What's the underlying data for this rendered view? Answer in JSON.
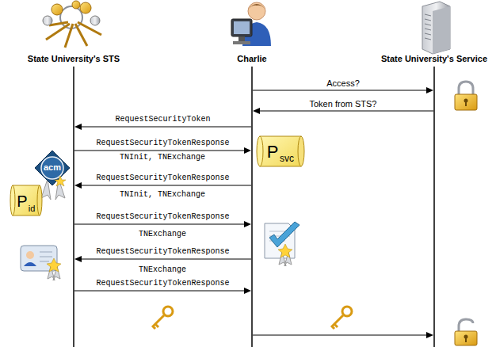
{
  "diagram": {
    "nodes": [
      {
        "text": [
          "State University's STS"
        ]
      },
      {
        "text": [
          "Charlie"
        ]
      },
      {
        "text": [
          "State University's Service"
        ]
      }
    ],
    "edges": [
      {
        "from": 1,
        "to": 2,
        "label": "Access?",
        "arrow": "to"
      },
      {
        "from": 2,
        "to": 1,
        "label": "Token from STS?",
        "arrow": "to"
      },
      {
        "from": 1,
        "to": 0,
        "label": "RequestSecurityToken",
        "arrow": "to"
      },
      {
        "from": 0,
        "to": 1,
        "label": "RequestSecurityTokenResponse",
        "arrow": "to"
      },
      {
        "from": 1,
        "to": 0,
        "label": "RequestSecurityTokenResponse",
        "arrow": "to"
      },
      {
        "from": 0,
        "to": 1,
        "label": "RequestSecurityTokenResponse",
        "arrow": "to"
      },
      {
        "from": 1,
        "to": 0,
        "label": "RequestSecurityTokenResponse",
        "arrow": "to"
      },
      {
        "from": 0,
        "to": 1,
        "label": "RequestSecurityTokenResponse",
        "arrow": "to"
      },
      {
        "from": 1,
        "to": 2,
        "arrow": "to"
      }
    ],
    "labels": [
      "TNInit, TNExchange",
      "TNInit, TNExchange",
      "TNExchange",
      "TNExchange",
      "acm",
      "P",
      "id",
      "P",
      "svc"
    ]
  }
}
